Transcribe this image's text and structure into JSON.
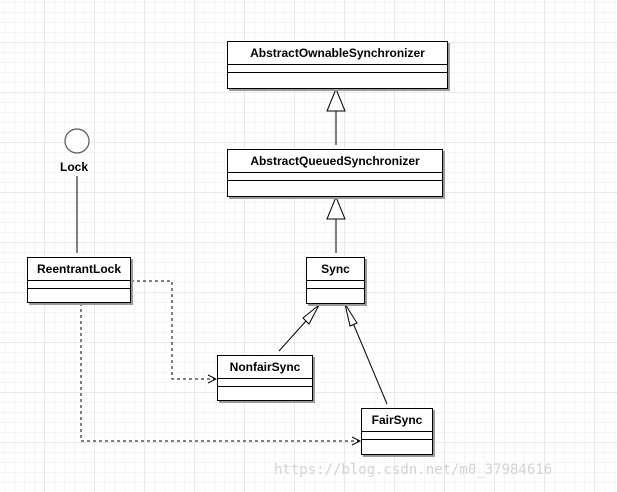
{
  "diagram": {
    "type": "UML class diagram",
    "interface": {
      "name": "Lock"
    },
    "classes": [
      {
        "id": "aos",
        "name": "AbstractOwnableSynchronizer"
      },
      {
        "id": "aqs",
        "name": "AbstractQueuedSynchronizer"
      },
      {
        "id": "sync",
        "name": "Sync"
      },
      {
        "id": "reentrant",
        "name": "ReentrantLock"
      },
      {
        "id": "nonfair",
        "name": "NonfairSync"
      },
      {
        "id": "fair",
        "name": "FairSync"
      }
    ],
    "relations": [
      {
        "from": "ReentrantLock",
        "to": "Lock",
        "kind": "realization (lollipop)"
      },
      {
        "from": "AbstractQueuedSynchronizer",
        "to": "AbstractOwnableSynchronizer",
        "kind": "generalization"
      },
      {
        "from": "Sync",
        "to": "AbstractQueuedSynchronizer",
        "kind": "generalization"
      },
      {
        "from": "NonfairSync",
        "to": "Sync",
        "kind": "generalization"
      },
      {
        "from": "FairSync",
        "to": "Sync",
        "kind": "generalization"
      },
      {
        "from": "ReentrantLock",
        "to": "NonfairSync",
        "kind": "dependency"
      },
      {
        "from": "ReentrantLock",
        "to": "FairSync",
        "kind": "dependency"
      }
    ]
  },
  "watermark": "https://blog.csdn.net/m0_37984616",
  "colors": {
    "line": "#000000",
    "grid": "#e9e9e9",
    "shadow": "#9a9a9a",
    "watermark": "#d2d2d2"
  }
}
